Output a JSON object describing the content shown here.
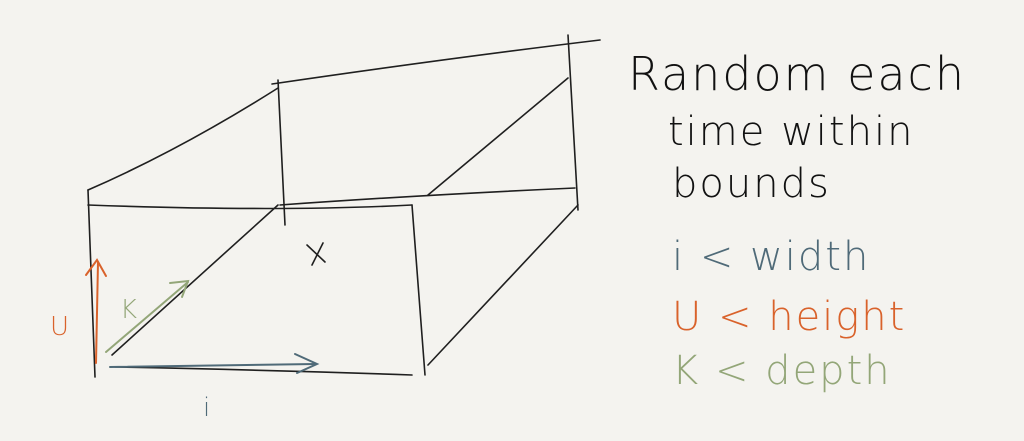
{
  "notes": {
    "line1": "Random each",
    "line2": "time within",
    "line3": "bounds"
  },
  "legend": {
    "width": "i < width",
    "height": "U < height",
    "depth": "K < depth"
  },
  "labels": {
    "point": "X",
    "i_axis": "i",
    "u_axis": "U",
    "k_axis": "K"
  },
  "colors": {
    "ink": "#1f1f1f",
    "width_color": "#4f6a78",
    "height_color": "#d9622b",
    "depth_color": "#93a678"
  }
}
